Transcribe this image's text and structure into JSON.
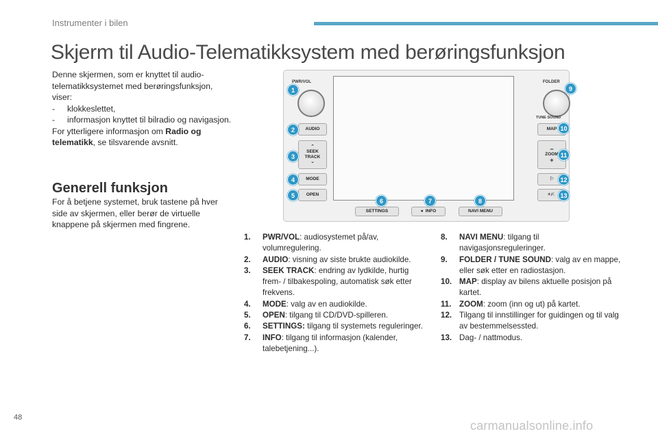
{
  "header": {
    "section_label": "Instrumenter i bilen",
    "bar_color": "#5aa6c8"
  },
  "title": "Skjerm til Audio-Telematikksystem med berøringsfunksjon",
  "intro": {
    "p1": "Denne skjermen, som er knyttet til audio-telematikksystemet med berøringsfunksjon, viser:",
    "bullets": [
      "klokkeslettet,",
      "informasjon knyttet til bilradio og navigasjon."
    ],
    "p2_before": "For ytterligere informasjon om ",
    "p2_bold": "Radio og telematikk",
    "p2_after": ", se tilsvarende avsnitt."
  },
  "general": {
    "heading": "Generell funksjon",
    "text": "For å betjene systemet, bruk tastene på hver side av skjermen, eller berør de virtuelle knappene på skjermen med fingrene."
  },
  "figure": {
    "left_knob_label": "PWR/VOL",
    "right_knob_label": "FOLDER",
    "tune_label": "TUNE SOUND",
    "left_buttons": [
      "AUDIO",
      "SEEK TRACK",
      "MODE",
      "OPEN"
    ],
    "right_buttons": [
      "MAP",
      "ZOOM",
      "☀/☾"
    ],
    "zoom_minus": "−",
    "zoom_plus": "+",
    "bottom_buttons": [
      "SETTINGS",
      "INFO",
      "NAVI MENU"
    ],
    "callouts": [
      "1",
      "2",
      "3",
      "4",
      "5",
      "6",
      "7",
      "8",
      "9",
      "10",
      "11",
      "12",
      "13"
    ],
    "callout_color": "#2e97c7"
  },
  "list_left": [
    {
      "num": "1.",
      "key": "PWR/VOL",
      "text": ": audiosystemet på/av, volumregulering."
    },
    {
      "num": "2.",
      "key": "AUDIO",
      "text": ": visning av siste brukte audiokilde."
    },
    {
      "num": "3.",
      "key": "SEEK TRACK",
      "text": ": endring av lydkilde, hurtig frem- / tilbakespoling, automatisk søk etter frekvens."
    },
    {
      "num": "4.",
      "key": "MODE",
      "text": ": valg av en audiokilde."
    },
    {
      "num": "5.",
      "key": "OPEN",
      "text": ": tilgang til CD/DVD-spilleren."
    },
    {
      "num": "6.",
      "key": "SETTINGS:",
      "text": " tilgang til systemets reguleringer."
    },
    {
      "num": "7.",
      "key": "INFO",
      "text": ": tilgang til informasjon (kalender, talebetjening...)."
    }
  ],
  "list_right": [
    {
      "num": "8.",
      "key": "NAVI MENU",
      "text": ": tilgang til navigasjonsreguleringer."
    },
    {
      "num": "9.",
      "key": "FOLDER / TUNE SOUND",
      "text": ": valg av en mappe, eller søk etter en radiostasjon."
    },
    {
      "num": "10.",
      "key": "MAP",
      "text": ": display av bilens aktuelle posisjon på kartet."
    },
    {
      "num": "11.",
      "key": "ZOOM",
      "text": ": zoom (inn og ut) på kartet."
    },
    {
      "num": "12.",
      "key": "",
      "text": "Tilgang til innstillinger for guidingen og til valg av bestemmelsessted."
    },
    {
      "num": "13.",
      "key": "",
      "text": "Dag- / nattmodus."
    }
  ],
  "footer": {
    "page_number": "48",
    "watermark": "carmanualsonline.info"
  }
}
